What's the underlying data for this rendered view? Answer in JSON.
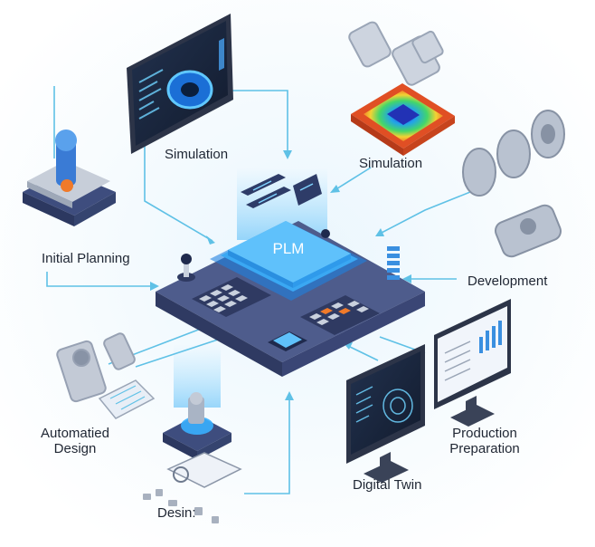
{
  "hub": {
    "label": "PLM"
  },
  "nodes": {
    "simulation_left": {
      "label": "Simulation"
    },
    "simulation_right": {
      "label": "Simulation"
    },
    "initial_planning": {
      "label": "Initial Planning"
    },
    "development": {
      "label": "Development"
    },
    "automated_design": {
      "label_line1": "Automatied",
      "label_line2": "Design"
    },
    "design": {
      "label": "Desin:"
    },
    "digital_twin": {
      "label": "Digital Twin"
    },
    "production_preparation": {
      "label_line1": "Production",
      "label_line2": "Preparation"
    }
  },
  "colors": {
    "connector": "#5fc1e6",
    "board": "#3d4a73",
    "board_top": "#4e5c8c",
    "glow": "#2fa8f5",
    "orange_accent": "#f07a2a",
    "metal": "#b9c2d0",
    "monitor_frame": "#2c3448"
  }
}
